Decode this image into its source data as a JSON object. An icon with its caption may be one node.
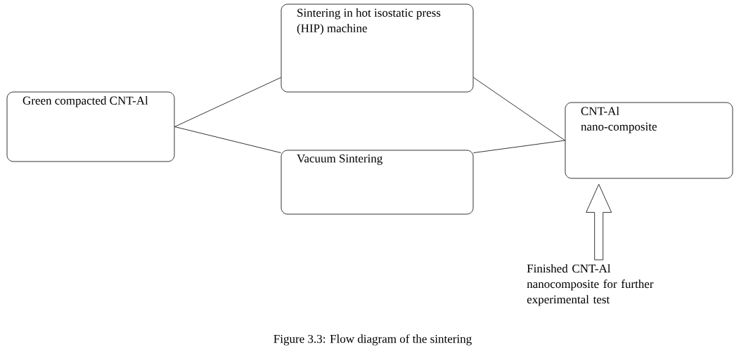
{
  "diagram": {
    "caption": "Figure 3.3: Flow diagram of the sintering",
    "nodes": [
      {
        "text": [
          "Green compacted CNT-Al"
        ]
      },
      {
        "text": [
          "Sintering in hot isostatic press (HIP) machine"
        ]
      },
      {
        "text": [
          "Vacuum Sintering"
        ]
      },
      {
        "text": [
          "CNT-Al nano-composite"
        ]
      },
      {
        "text": [
          "Finished CNT-Al nanocomposite for further experimental test"
        ]
      }
    ],
    "edges": [
      {
        "from": 0,
        "to": 1,
        "arrow": "none"
      },
      {
        "from": 0,
        "to": 2,
        "arrow": "none"
      },
      {
        "from": 1,
        "to": 3,
        "arrow": "none"
      },
      {
        "from": 2,
        "to": 3,
        "arrow": "none"
      },
      {
        "from": 4,
        "to": 3,
        "arrow": "to"
      }
    ]
  }
}
